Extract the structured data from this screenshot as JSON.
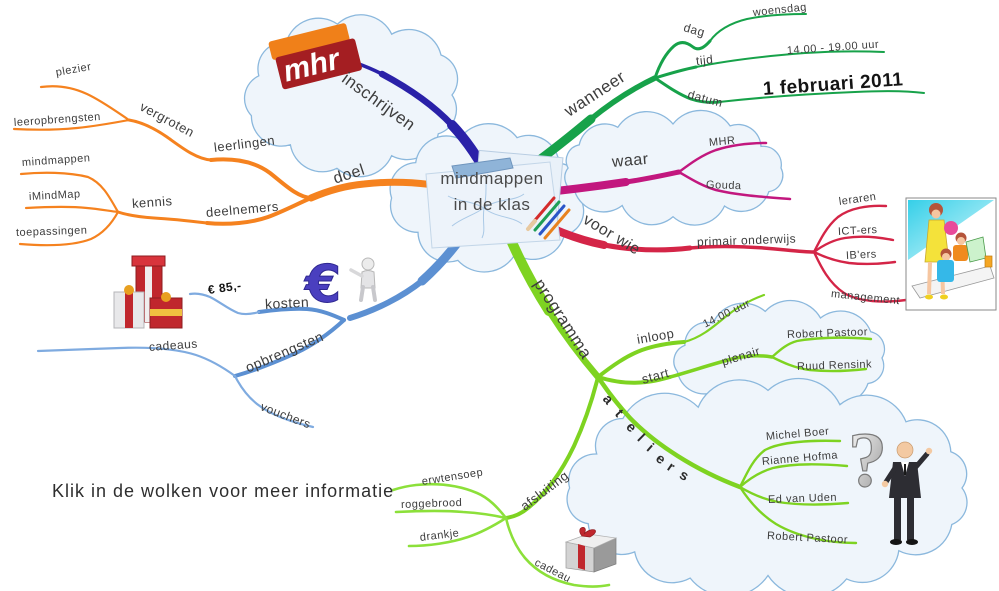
{
  "center": {
    "line1": "mindmappen",
    "line2": "in de klas"
  },
  "note": "Klik in de wolken voor meer informatie",
  "logo": {
    "text": "mhr"
  },
  "doel": {
    "label": "doel",
    "leerlingen": "leerlingen",
    "vergroten": "vergroten",
    "plezier": "plezier",
    "leeropbrengsten": "leeropbrengsten",
    "deelnemers": "deelnemers",
    "kennis": "kennis",
    "mindmappen": "mindmappen",
    "imindmap": "iMindMap",
    "toepassingen": "toepassingen"
  },
  "inschrijven": {
    "label": "inschrijven"
  },
  "wanneer": {
    "label": "wanneer",
    "dag": "dag",
    "dag_value": "woensdag",
    "tijd": "tijd",
    "tijd_value": "14.00 - 19.00 uur",
    "datum": "datum",
    "datum_value": "1 februari 2011"
  },
  "waar": {
    "label": "waar",
    "locatie": "MHR",
    "plaats": "Gouda"
  },
  "voor_wie": {
    "label": "voor wie",
    "doelgroep": "primair onderwijs",
    "leraren": "leraren",
    "icters": "ICT-ers",
    "ibers": "IB'ers",
    "management": "management"
  },
  "programma": {
    "label": "programma",
    "inloop": "inloop",
    "inloop_tijd": "14.00 uur",
    "start": "start",
    "plenair": "plenair",
    "plenair_sprekers": [
      "Robert Pastoor",
      "Ruud Rensink"
    ],
    "ateliers": "ateliers",
    "atelier_leiders": [
      "Michel Boer",
      "Rianne Hofma",
      "Ed van Uden",
      "Robert Pastoor"
    ],
    "afsluiting": "afsluiting",
    "erwtensoep": "erwtensoep",
    "roggebrood": "roggebrood",
    "drankje": "drankje",
    "cadeau": "cadeau",
    "question_icon": "?"
  },
  "kosten": {
    "label": "kosten",
    "prijs": "€ 85,-",
    "euro_icon": "€",
    "opbrengsten": "opbrengsten",
    "cadeaus": "cadeaus",
    "vouchers": "vouchers"
  },
  "colors": {
    "doel": "#F5821F",
    "inschrijven": "#2A21A8",
    "wanneer": "#17A24A",
    "waar": "#C2177E",
    "voor_wie": "#D42547",
    "programma": "#7ED321",
    "afsluiting": "#8CE03A",
    "kosten": "#5C90D2",
    "kosten_licht": "#7FABE0",
    "cloud_stroke": "#8BB8DD",
    "cloud_fill": "#EFF5FB"
  },
  "images": {
    "logo": "mhr-logo",
    "gifts": "gift-pile",
    "euro": "euro-sign-figure",
    "classroom": "teacher-with-children",
    "question": "question-mark-man",
    "gift": "gift-box",
    "center": "mindmap-paper"
  }
}
